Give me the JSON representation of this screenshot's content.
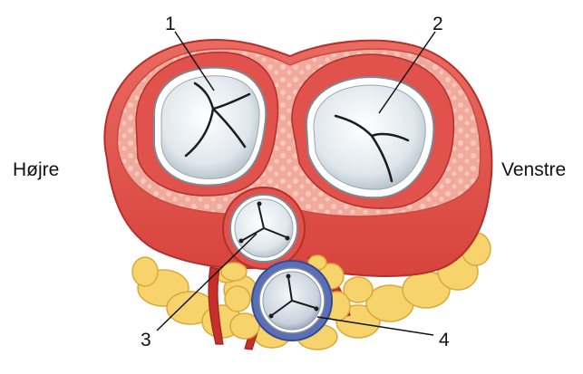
{
  "side_labels": {
    "left": "Højre",
    "right": "Venstre"
  },
  "callouts": [
    {
      "id": "1",
      "label": "1"
    },
    {
      "id": "2",
      "label": "2"
    },
    {
      "id": "3",
      "label": "3"
    },
    {
      "id": "4",
      "label": "4"
    }
  ],
  "colors": {
    "myocardium": "#e2554f",
    "myocardium_dark": "#c7332f",
    "myocardium_light": "#f2a79a",
    "fat": "#f6d36b",
    "fat_outline": "#d9a93a",
    "valve_leaflet": "#e8eef2",
    "valve_ring": "#ffffff",
    "pulmonary_ring": "#5a6fb8",
    "vessel": "#c92f2a"
  }
}
